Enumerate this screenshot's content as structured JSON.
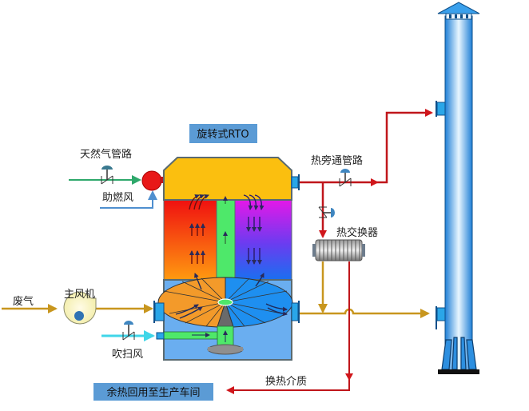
{
  "title": "旋转式RTO",
  "labels": {
    "natural_gas": "天然气管路",
    "combustion_air": "助燃风",
    "bypass": "热旁通管路",
    "heat_exchanger": "热交换器",
    "waste_gas": "废气",
    "main_fan": "主风机",
    "purge_air": "吹扫风",
    "heat_medium": "换热介质",
    "heat_recovery": "余热回用至生产车间"
  },
  "colors": {
    "hot_pipe": "#c0161b",
    "gas_pipe": "#c8961e",
    "green_pipe": "#2ea86b",
    "air_pipe": "#4f8fcf",
    "cyan_pipe": "#3fd6e8",
    "chamber_top": "#fbbf0f",
    "chamber_body": "#6aaef0",
    "stack": "#2d8fe0",
    "title_box": "#5b9bd5"
  }
}
